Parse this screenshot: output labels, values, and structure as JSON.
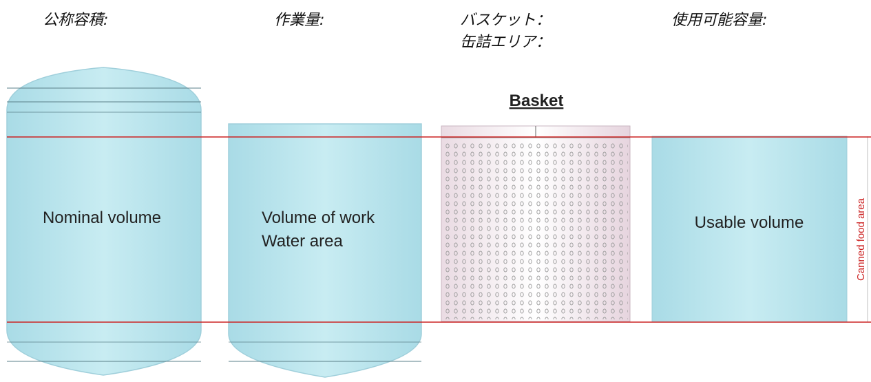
{
  "headers": {
    "nominal": "公称容積:",
    "work": "作業量:",
    "basket_line1": "バスケット：",
    "basket_line2": "缶詰エリア：",
    "usable": "使用可能容量:"
  },
  "labels": {
    "nominal": "Nominal volume",
    "work_line1": "Volume of work",
    "work_line2": "Water area",
    "basket_title": "Basket",
    "usable": "Usable volume",
    "canned": "Canned food area"
  },
  "colors": {
    "vessel_fill": "#bfe6ee",
    "vessel_stroke": "#9fcfdb",
    "red_line": "#cc2222",
    "basket_fill": "#f3e9f0",
    "canned_text": "#cc2222"
  }
}
